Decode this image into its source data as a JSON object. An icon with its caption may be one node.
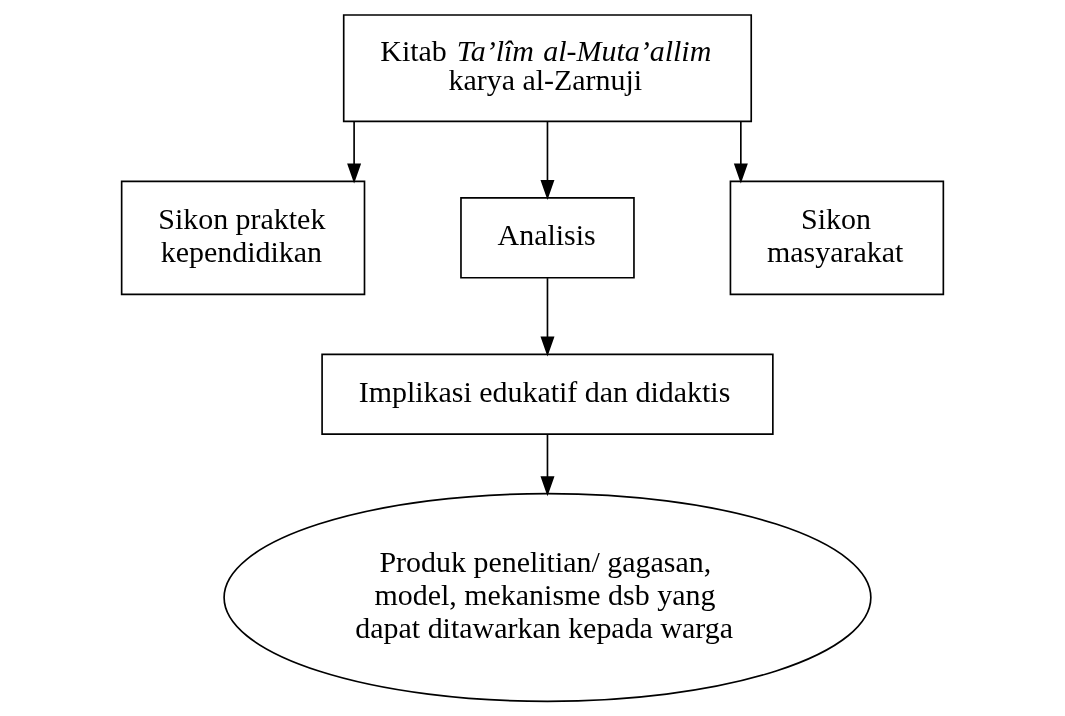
{
  "diagram": {
    "nodes": [
      {
        "text": [
          "Kitab *Ta’lîm al-Muta’allim* karya al-Zarnuji"
        ]
      },
      {
        "text": [
          "Sikon praktek kependidikan"
        ]
      },
      {
        "text": [
          "Sikon masyarakat"
        ]
      },
      {
        "text": [
          "Analisis"
        ]
      },
      {
        "text": [
          "Implikasi edukatif dan didaktis"
        ]
      },
      {
        "text": [
          "Produk penelitian/ gagasan, model, mekanisme dsb yang dapat ditawarkan kepada warga"
        ]
      }
    ],
    "edges": [
      {
        "from": 0,
        "to": 1,
        "arrow": "to"
      },
      {
        "from": 0,
        "to": 2,
        "arrow": "to"
      },
      {
        "from": 0,
        "to": 3,
        "arrow": "to"
      },
      {
        "from": 3,
        "to": 4,
        "arrow": "to"
      },
      {
        "from": 4,
        "to": 5,
        "arrow": "to"
      }
    ]
  }
}
